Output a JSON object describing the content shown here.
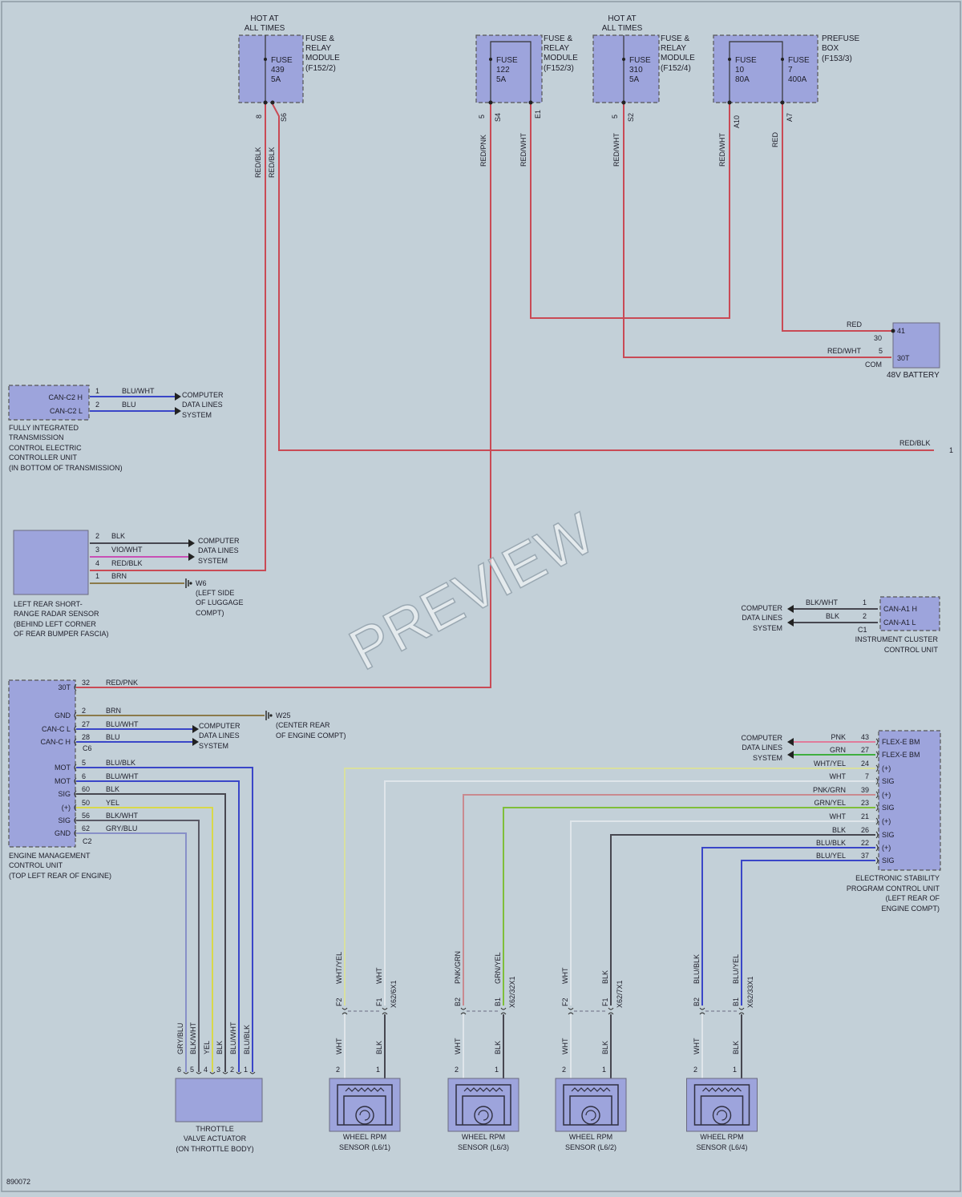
{
  "diagram_id": "890072",
  "watermark": "PREVIEW",
  "hot_labels": {
    "l1": "HOT AT",
    "l2": "ALL TIMES"
  },
  "fuse_modules": {
    "f152_2": {
      "l1": "FUSE &",
      "l2": "RELAY",
      "l3": "MODULE",
      "l4": "(F152/2)",
      "fuse_word": "FUSE",
      "fuse_no": "439",
      "fuse_amp": "5A",
      "pin_a": "8",
      "pin_b": "S6"
    },
    "f152_3": {
      "l1": "FUSE &",
      "l2": "RELAY",
      "l3": "MODULE",
      "l4": "(F152/3)",
      "fuse_word": "FUSE",
      "fuse_no": "122",
      "fuse_amp": "5A",
      "pin_a": "5",
      "pin_b": "S4",
      "pin_c": "E1"
    },
    "f152_4": {
      "l1": "FUSE &",
      "l2": "RELAY",
      "l3": "MODULE",
      "l4": "(F152/4)",
      "fuse_word": "FUSE",
      "fuse_no": "310",
      "fuse_amp": "5A",
      "pin_a": "5",
      "pin_b": "S2"
    },
    "f153_3": {
      "l1": "PREFUSE",
      "l2": "BOX",
      "l3": "(F153/3)",
      "fuse_a_word": "FUSE",
      "fuse_a_no": "10",
      "fuse_a_amp": "80A",
      "fuse_b_word": "FUSE",
      "fuse_b_no": "7",
      "fuse_b_amp": "400A",
      "pin_a": "A10",
      "pin_b": "A7"
    }
  },
  "top_wires": {
    "w1": "RED/BLK",
    "w2": "RED/BLK",
    "w3": "RED/PNK",
    "w4": "RED/WHT",
    "w5": "RED/WHT",
    "w6": "RED/WHT",
    "w7": "RED"
  },
  "battery": {
    "title": "48V BATTERY",
    "pin_top": "41",
    "pin_mid": "30T",
    "wire1": "RED",
    "pin1": "30",
    "wire2": "RED/WHT",
    "pin2": "5",
    "conn": "COM"
  },
  "red_blk_line": {
    "label": "RED/BLK",
    "ref": "1"
  },
  "transmission": {
    "pin1_label": "CAN-C2 H",
    "pin2_label": "CAN-C2 L",
    "pin1": "1",
    "pin2": "2",
    "wire1": "BLU/WHT",
    "wire2": "BLU",
    "dest": [
      "COMPUTER",
      "DATA LINES",
      "SYSTEM"
    ],
    "caption": [
      "FULLY INTEGRATED",
      "TRANSMISSION",
      "CONTROL ELECTRIC",
      "CONTROLLER UNIT",
      "(IN BOTTOM OF TRANSMISSION)"
    ]
  },
  "radar": {
    "pins": [
      "2",
      "3",
      "4",
      "1"
    ],
    "wires": [
      "BLK",
      "VIO/WHT",
      "RED/BLK",
      "BRN"
    ],
    "dest": [
      "COMPUTER",
      "DATA LINES",
      "SYSTEM"
    ],
    "ground": [
      "W6",
      "(LEFT SIDE",
      "OF LUGGAGE",
      "COMPT)"
    ],
    "caption": [
      "LEFT REAR SHORT-",
      "RANGE RADAR SENSOR",
      "(BEHIND LEFT CORNER",
      "OF REAR BUMPER FASCIA)"
    ]
  },
  "cluster": {
    "pin1_label": "CAN-A1 H",
    "pin2_label": "CAN-A1 L",
    "pin1": "1",
    "pin2": "2",
    "wire1": "BLK/WHT",
    "wire2": "BLK",
    "conn": "C1",
    "dest": [
      "COMPUTER",
      "DATA LINES",
      "SYSTEM"
    ],
    "caption": [
      "INSTRUMENT CLUSTER",
      "CONTROL UNIT"
    ]
  },
  "ecm": {
    "labels": [
      "30T",
      "GND",
      "CAN-C L",
      "CAN-C H",
      "MOT",
      "MOT",
      "SIG",
      "(+)",
      "SIG",
      "GND"
    ],
    "pins": [
      "32",
      "2",
      "27",
      "28",
      "5",
      "6",
      "60",
      "50",
      "56",
      "62"
    ],
    "wires": [
      "RED/PNK",
      "BRN",
      "BLU/WHT",
      "BLU",
      "BLU/BLK",
      "BLU/WHT",
      "BLK",
      "YEL",
      "BLK/WHT",
      "GRY/BLU"
    ],
    "conn_c6": "C6",
    "conn_c2": "C2",
    "dest": [
      "COMPUTER",
      "DATA LINES",
      "SYSTEM"
    ],
    "ground": [
      "W25",
      "(CENTER REAR",
      "OF ENGINE COMPT)"
    ],
    "caption": [
      "ENGINE MANAGEMENT",
      "CONTROL UNIT",
      "(TOP LEFT REAR OF ENGINE)"
    ]
  },
  "throttle": {
    "wires": [
      "GRY/BLU",
      "BLK/WHT",
      "YEL",
      "BLK",
      "BLU/WHT",
      "BLU/BLK"
    ],
    "pins": [
      "6",
      "5",
      "4",
      "3",
      "2",
      "1"
    ],
    "caption": [
      "THROTTLE",
      "VALVE ACTUATOR",
      "(ON THROTTLE BODY)"
    ]
  },
  "esp": {
    "pins": [
      "43",
      "27",
      "24",
      "7",
      "39",
      "23",
      "21",
      "26",
      "22",
      "37"
    ],
    "wires": [
      "PNK",
      "GRN",
      "WHT/YEL",
      "WHT",
      "PNK/GRN",
      "GRN/YEL",
      "WHT",
      "BLK",
      "BLU/BLK",
      "BLU/YEL"
    ],
    "labels": [
      "FLEX-E BM",
      "FLEX-E BM",
      "(+)",
      "SIG",
      "(+)",
      "SIG",
      "(+)",
      "SIG",
      "(+)",
      "SIG"
    ],
    "dest": [
      "COMPUTER",
      "DATA LINES",
      "SYSTEM"
    ],
    "caption": [
      "ELECTRONIC STABILITY",
      "PROGRAM CONTROL UNIT",
      "(LEFT REAR OF",
      "ENGINE COMPT)"
    ]
  },
  "wheel_sensors": [
    {
      "wire_l": "WHT/YEL",
      "wire_r": "WHT",
      "pin_l": "F2",
      "pin_r": "F1",
      "conn": "X62/6X1",
      "low_l": "WHT",
      "low_r": "BLK",
      "spin_l": "2",
      "spin_r": "1",
      "caption": [
        "WHEEL RPM",
        "SENSOR (L6/1)"
      ]
    },
    {
      "wire_l": "PNK/GRN",
      "wire_r": "GRN/YEL",
      "pin_l": "B2",
      "pin_r": "B1",
      "conn": "X62/32X1",
      "low_l": "WHT",
      "low_r": "BLK",
      "spin_l": "2",
      "spin_r": "1",
      "caption": [
        "WHEEL RPM",
        "SENSOR (L6/3)"
      ]
    },
    {
      "wire_l": "WHT",
      "wire_r": "BLK",
      "pin_l": "F2",
      "pin_r": "F1",
      "conn": "X62/7X1",
      "low_l": "WHT",
      "low_r": "BLK",
      "spin_l": "2",
      "spin_r": "1",
      "caption": [
        "WHEEL RPM",
        "SENSOR (L6/2)"
      ]
    },
    {
      "wire_l": "BLU/BLK",
      "wire_r": "BLU/YEL",
      "pin_l": "B2",
      "pin_r": "B1",
      "conn": "X62/33X1",
      "low_l": "WHT",
      "low_r": "BLK",
      "spin_l": "2",
      "spin_r": "1",
      "caption": [
        "WHEEL RPM",
        "SENSOR (L6/4)"
      ]
    }
  ],
  "colors": {
    "background": "#c3d0d8",
    "component": "#9da4dc",
    "red": "#c94a55",
    "blue": "#3a46c8",
    "dark": "#474750"
  }
}
